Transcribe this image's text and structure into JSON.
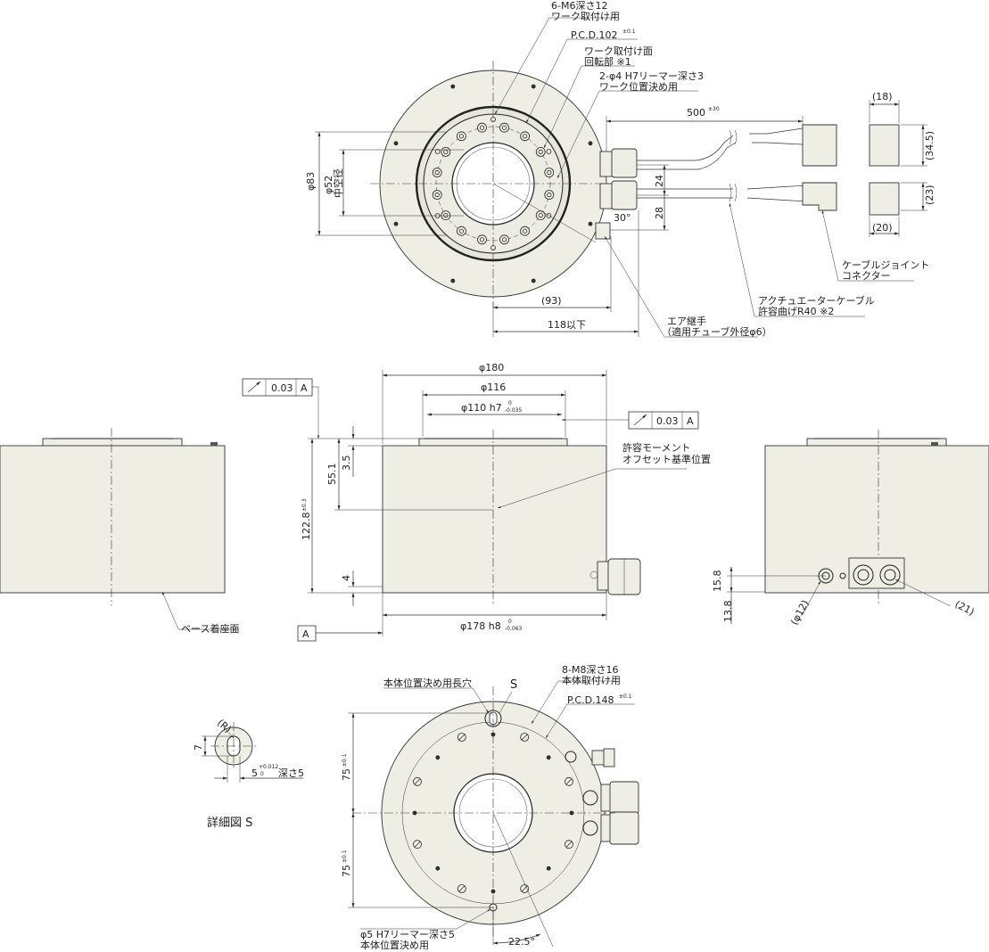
{
  "top_view": {
    "m6_line1": "6-M6深さ12",
    "m6_line2": "ワーク取付け用",
    "pcd": "P.C.D.102",
    "pcd_tol": "±0.1",
    "work_face_line1": "ワーク取付け面",
    "work_face_line2": "回転部 ※1",
    "reamer_line1": "2-φ4 H7リーマー深さ3",
    "reamer_line2": "ワーク位置決め用",
    "cable_len": "500",
    "cable_len_tol": "±30",
    "dim_phi83": "φ83",
    "dim_phi52": "φ52",
    "dim_hollow": "中空径",
    "dim_24": "24",
    "dim_28": "28",
    "dim_30deg": "30°",
    "dim_93": "(93)",
    "dim_118": "118以下",
    "conn_18": "(18)",
    "conn_345": "(34.5)",
    "conn_23": "(23)",
    "conn_20": "(20)",
    "conn_label_line1": "ケーブルジョイント",
    "conn_label_line2": "コネクター",
    "act_line1": "アクチュエーターケーブル",
    "act_line2": "許容曲げR40 ※2",
    "air_line1": "エア継手",
    "air_line2": "（適用チューブ外径φ6）"
  },
  "front_view": {
    "fc_value": "0.03",
    "fc_datum": "A",
    "fc2_value": "0.03",
    "fc2_datum": "A",
    "phi180": "φ180",
    "phi116": "φ116",
    "phi110": "φ110 h7",
    "phi110_tol_up": "0",
    "phi110_tol_lo": "-0.035",
    "h1228": "122.8",
    "h1228_tol": "±0.3",
    "h551": "55.1",
    "h35": "3.5",
    "h4": "4",
    "moment_line1": "許容モーメント",
    "moment_line2": "オフセット基準位置",
    "phi178": "φ178 h8",
    "phi178_tol_up": "0",
    "phi178_tol_lo": "-0.063",
    "datum_a": "A"
  },
  "left_view": {
    "base_label": "ベース着座面"
  },
  "right_view": {
    "d158": "15.8",
    "d138": "13.8",
    "phi12": "(φ12)",
    "d21": "(21)"
  },
  "detail": {
    "r_label": "(R)",
    "dim7": "7",
    "dim5": "5",
    "dim5_up": "+0.012",
    "dim5_lo": "0",
    "depth5": "深さ5",
    "title": "詳細図 S"
  },
  "bottom_view": {
    "slot_label": "本体位置決め用長穴",
    "s_label": "S",
    "m8_line1": "8-M8深さ16",
    "m8_line2": "本体取付け用",
    "pcd148": "P.C.D.148",
    "pcd148_tol": "±0.1",
    "dim75a": "75",
    "dim75a_tol": "±0.1",
    "dim75b": "75",
    "dim75b_tol": "±0.1",
    "phi5_line1": "φ5 H7リーマー深さ5",
    "phi5_line2": "本体位置決め用",
    "angle225": "22.5°"
  }
}
